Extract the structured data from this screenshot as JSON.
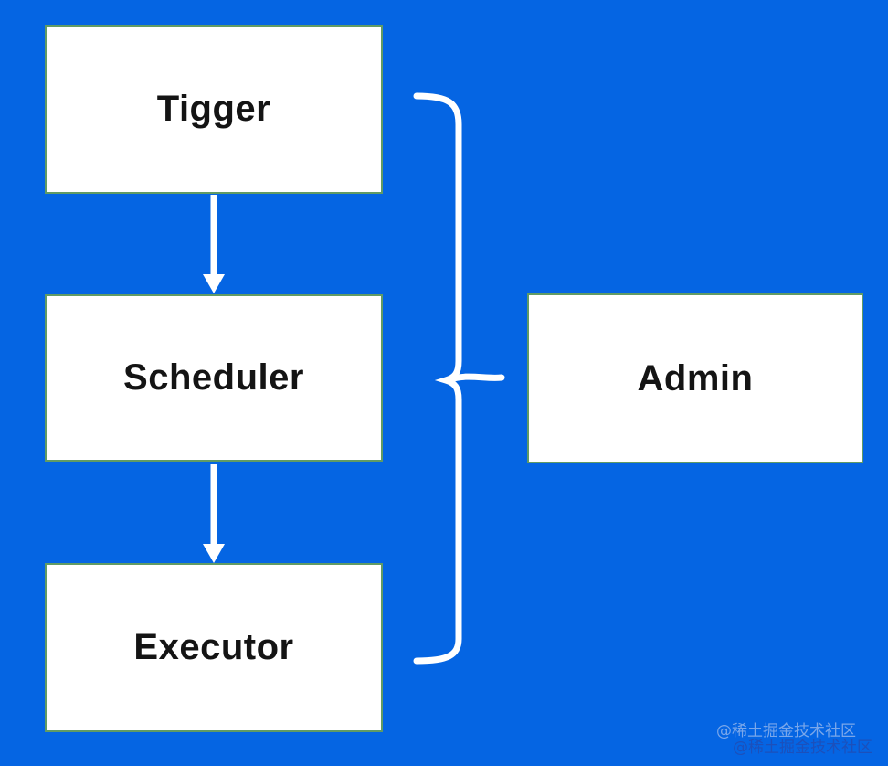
{
  "diagram": {
    "type": "flowchart",
    "background_color": "#0565e3",
    "node_fill_color": "#ffffff",
    "node_border_color": "#619b64",
    "node_text_color": "#141414",
    "connector_color": "#ffffff",
    "nodes": [
      {
        "id": "tigger",
        "label": "Tigger"
      },
      {
        "id": "scheduler",
        "label": "Scheduler"
      },
      {
        "id": "executor",
        "label": "Executor"
      },
      {
        "id": "admin",
        "label": "Admin"
      }
    ],
    "edges": [
      {
        "from": "tigger",
        "to": "scheduler",
        "type": "arrow-down"
      },
      {
        "from": "scheduler",
        "to": "executor",
        "type": "arrow-down"
      },
      {
        "from": "tigger+scheduler+executor",
        "to": "admin",
        "type": "curly-brace"
      }
    ]
  },
  "watermark": {
    "lines": [
      {
        "text": "@稀土掘金技术社区",
        "color": "#7aa7ea"
      },
      {
        "text": "@稀土掘金技术社区",
        "color": "#1c50bb"
      }
    ]
  }
}
